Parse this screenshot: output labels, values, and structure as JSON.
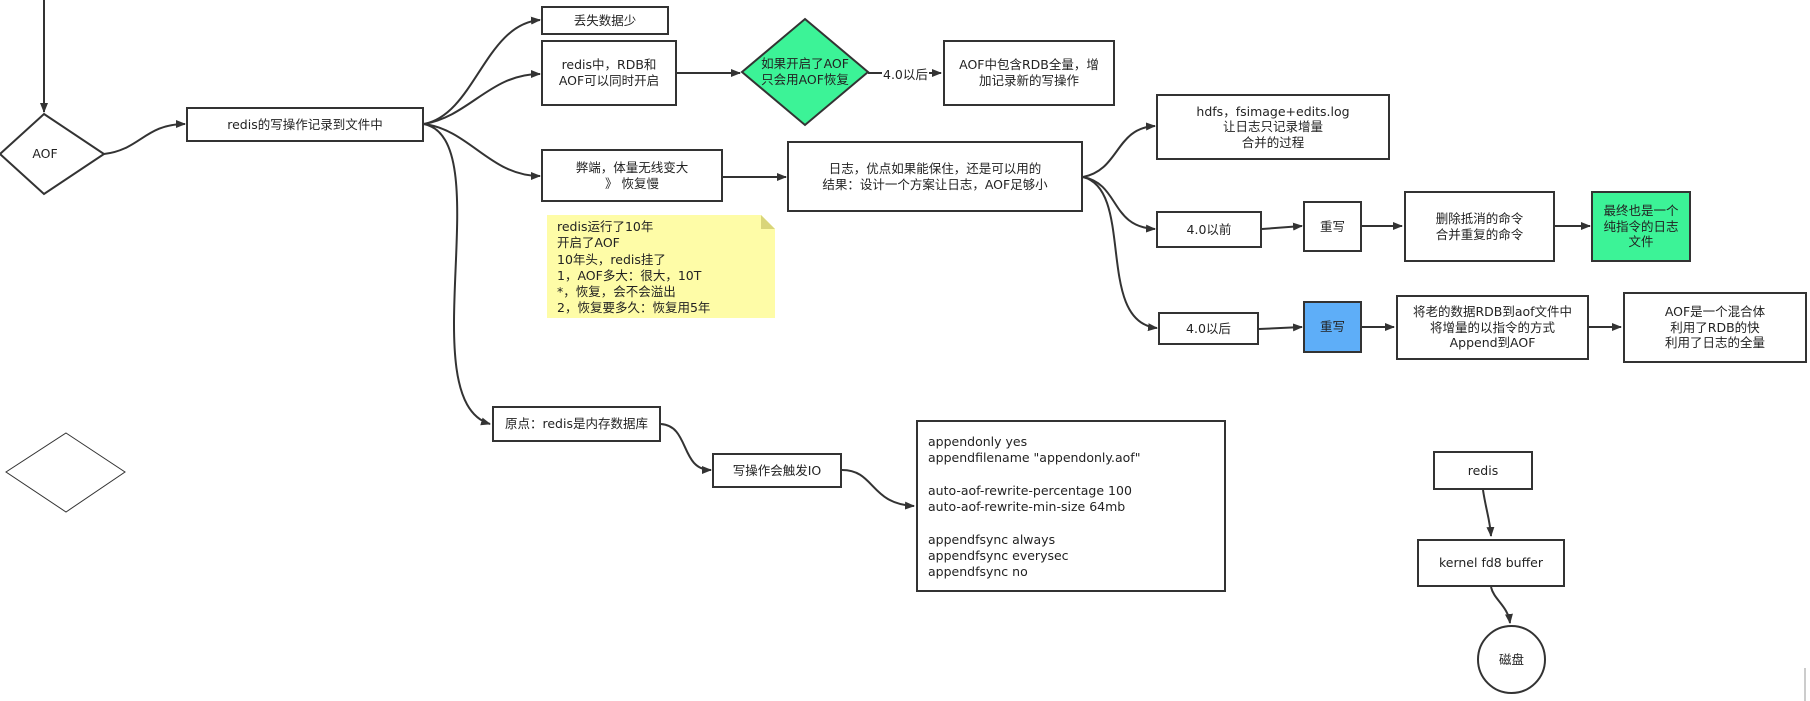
{
  "nodes": {
    "aof": "AOF",
    "write_log": "redis的写操作记录到文件中",
    "lose_data": "丢失数据少",
    "rdb_aof_both": "redis中，RDB和\nAOF可以同时开启",
    "aof_restore": "如果开启了AOF\n只会用AOF恢复",
    "aof_contains_rdb": "AOF中包含RDB全量，增\n加记录新的写操作",
    "drawback": "弊端，体量无线变大\n》 恢复慢",
    "log_summary": "日志，优点如果能保住，还是可以用的\n结果：设计一个方案让日志，AOF足够小",
    "hdfs": "hdfs，fsimage+edits.log\n让日志只记录增量\n合并的过程",
    "before_40": "4.0以前",
    "rewrite_before": "重写",
    "remove_cmds": "删除抵消的命令\n合并重复的命令",
    "pure_cmd_log": "最终也是一个\n纯指令的日志\n文件",
    "after_40": "4.0以后",
    "rewrite_after": "重写",
    "mixed_rewrite": "将老的数据RDB到aof文件中\n将增量的以指令的方式\nAppend到AOF",
    "hybrid": "AOF是一个混合体\n利用了RDB的快\n利用了日志的全量",
    "origin": "原点：redis是内存数据库",
    "write_io": "写操作会触发IO",
    "config": "appendonly yes\nappendfilename \"appendonly.aof\"\n\nauto-aof-rewrite-percentage 100\nauto-aof-rewrite-min-size 64mb\n\nappendfsync always\nappendfsync everysec\nappendfsync no",
    "redis": "redis",
    "kernel": "kernel  fd8 buffer",
    "disk": "磁盘"
  },
  "edge_labels": {
    "after_40": "4.0以后"
  },
  "note": {
    "text": "redis运行了10年\n开启了AOF\n10年头，redis挂了\n1，AOF多大：很大，10T\n*，恢复，会不会溢出\n2，恢复要多久：恢复用5年"
  },
  "colors": {
    "green": "#3cf397",
    "blue": "#5eaef8",
    "note": "#fefca7",
    "stroke": "#333333"
  }
}
